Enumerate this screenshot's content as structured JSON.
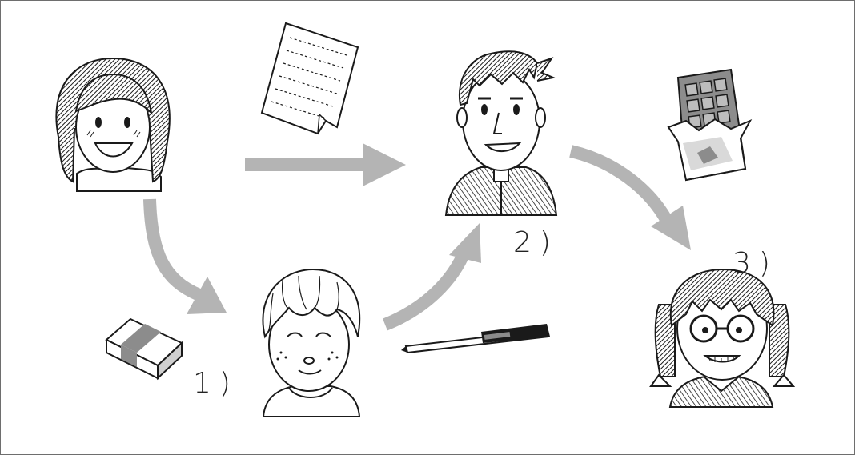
{
  "labels": {
    "step1": "1)",
    "step2": "2)",
    "step3": "3)"
  },
  "figures": {
    "girl_top_left": "girl-with-bob-haircut",
    "boy_bottom": "boy-with-wavy-hair",
    "boy_top_right": "boy-with-spiky-hair",
    "girl_glasses": "girl-with-glasses-and-braids"
  },
  "objects": {
    "paper": "sheet-of-paper",
    "eraser": "eraser",
    "pen": "ballpoint-pen",
    "chocolate": "chocolate-bar"
  },
  "colors": {
    "arrow": "#b4b4b4",
    "ink": "#1a1a1a",
    "shade": "#8c8c8c",
    "paper": "#ffffff",
    "frame": "#6e6e6e"
  }
}
